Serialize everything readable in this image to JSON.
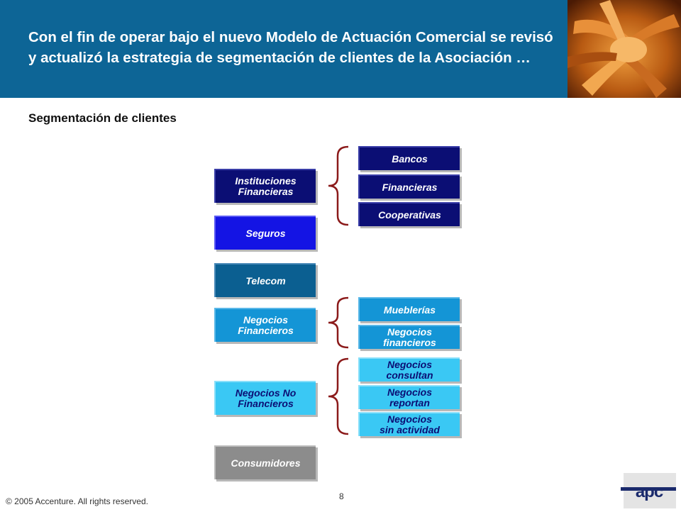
{
  "header": {
    "title": "Con el fin de operar bajo el nuevo Modelo de Actuación Comercial se revisó y actualizó la estrategia de segmentación de clientes de la Asociación …",
    "subtitle": "Segmentación de clientes"
  },
  "segments": {
    "left": [
      {
        "label": "Instituciones\nFinancieras"
      },
      {
        "label": "Seguros"
      },
      {
        "label": "Telecom"
      },
      {
        "label": "Negocios\nFinancieros"
      },
      {
        "label": "Negocios No\nFinancieros"
      },
      {
        "label": "Consumidores"
      }
    ],
    "financieras_sub": [
      {
        "label": "Bancos"
      },
      {
        "label": "Financieras"
      },
      {
        "label": "Cooperativas"
      }
    ],
    "negocios_fin_sub": [
      {
        "label": "Mueblerías"
      },
      {
        "label": "Negocios\nfinancieros"
      }
    ],
    "negocios_nofin_sub": [
      {
        "label": "Negocios\nconsultan"
      },
      {
        "label": "Negocios\nreportan"
      },
      {
        "label": "Negocios\nsin actividad"
      }
    ]
  },
  "footer": {
    "copyright": "© 2005 Accenture. All rights reserved.",
    "page_number": "8",
    "logo_text": "apc"
  },
  "colors": {
    "header_bg": "#0d6596",
    "navy": "#0b0e74",
    "blue": "#1414e4",
    "teal": "#0b5f91",
    "cyan_mid": "#1495d6",
    "cyan_light": "#3ac8f4",
    "gray": "#8c8c8c",
    "brace": "#8b1a1a"
  }
}
